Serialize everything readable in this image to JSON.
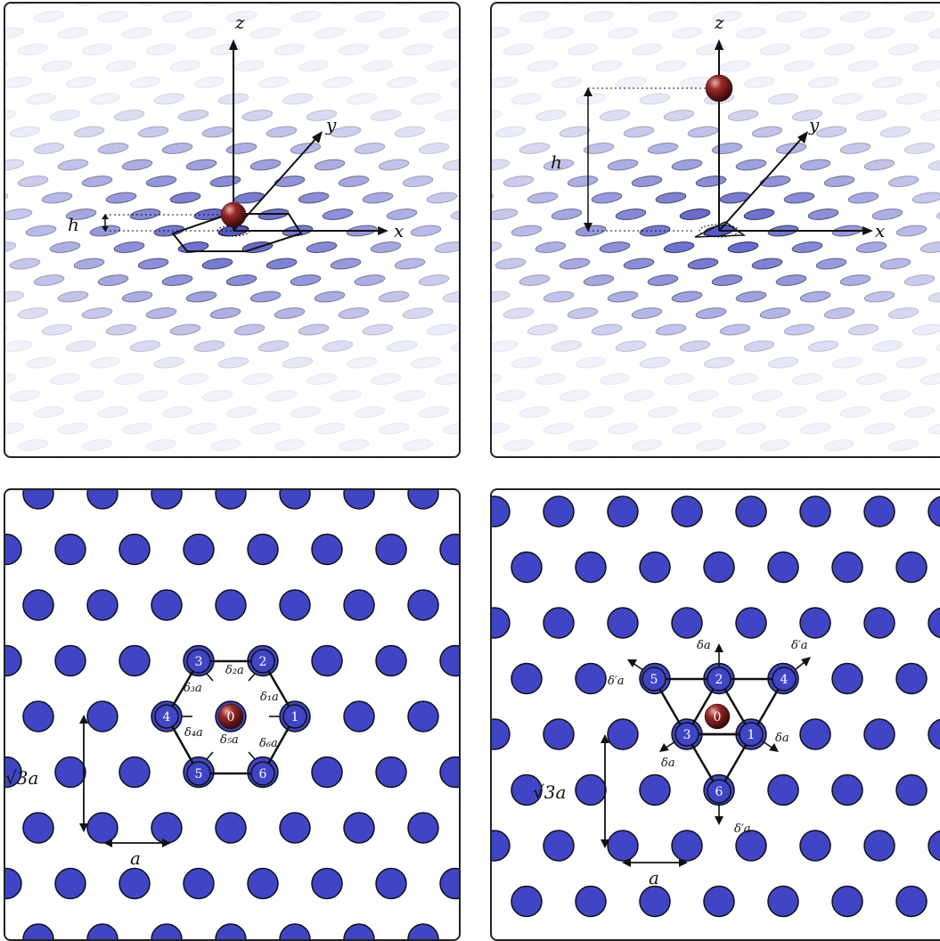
{
  "axes": {
    "x": "x",
    "y": "y",
    "z": "z"
  },
  "panels": {
    "top_left": {
      "height_label": "h"
    },
    "top_right": {
      "height_label": "h"
    },
    "bottom_left": {
      "site_labels": [
        "0",
        "1",
        "2",
        "3",
        "4",
        "5",
        "6"
      ],
      "displacement_labels": [
        "δ₁a",
        "δ₂a",
        "δ₃a",
        "δ₄a",
        "δ₅a",
        "δ₆a"
      ],
      "lattice_constant": "a",
      "row_spacing": "√3a"
    },
    "bottom_right": {
      "site_labels": [
        "0",
        "1",
        "2",
        "3",
        "4",
        "5",
        "6"
      ],
      "inner_displacement": "δa",
      "outer_displacement": "δ′a",
      "lattice_constant": "a",
      "row_spacing": "√3a"
    }
  },
  "colors": {
    "lattice": "#3f45c4",
    "adatom": "#8b1a1a",
    "outline": "#111111",
    "panel_border": "#222222"
  }
}
